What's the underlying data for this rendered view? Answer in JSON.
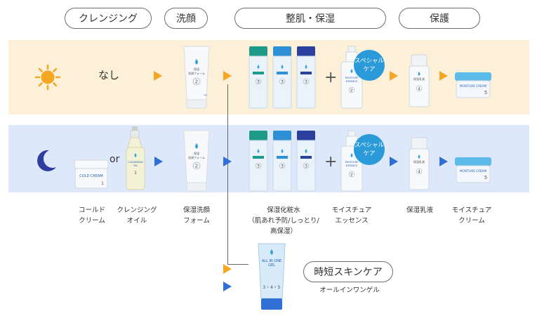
{
  "headers": {
    "cleansing": "クレンジング",
    "wash": "洗顔",
    "toning": "整肌・保湿",
    "protect": "保護"
  },
  "day_row": {
    "none_text": "なし",
    "special_care": "スペシャル\nケア"
  },
  "night_row": {
    "or_text": "or",
    "special_care": "スペシャル\nケア"
  },
  "labels": {
    "cold_cream": "コールド\nクリーム",
    "cleansing_oil": "クレンジング\nオイル",
    "foam": "保湿洗顔\nフォーム",
    "lotion": "保湿化粧水\n（肌あれ予防/しっとり/\n高保湿）",
    "essence": "モイスチュア\nエッセンス",
    "milk": "保湿乳液",
    "cream": "モイスチュア\nクリーム",
    "allinone": "オールインワンゲル"
  },
  "time_saving": "時短スキンケア",
  "product_texts": {
    "cold_cream_jar": "COLD CREAM",
    "oil_bottle": "CLEANSING OIL",
    "oil_num": "1",
    "foam_tube": "保湿\n洗顔フォーム",
    "foam_num": "2",
    "lotion_num": "3",
    "essence_text": "MOISTURE\nESSENCE",
    "essence_num": "3'",
    "milk_text": "保湿乳液",
    "milk_num": "4",
    "cream_jar": "MOISTURE CREAM",
    "cream_num": "5",
    "gel_text": "ALL IN ONE\nGEL",
    "gel_num": "3・4・5"
  },
  "colors": {
    "day_band": "#fdf0d9",
    "night_band": "#dde9fa",
    "arrow_orange": "#f5a623",
    "arrow_blue": "#2f6fd6",
    "bubble_blue": "#2a9ad8",
    "lotion_caps": [
      "#1d9a8a",
      "#2f8fd6",
      "#2b3f9e"
    ]
  }
}
